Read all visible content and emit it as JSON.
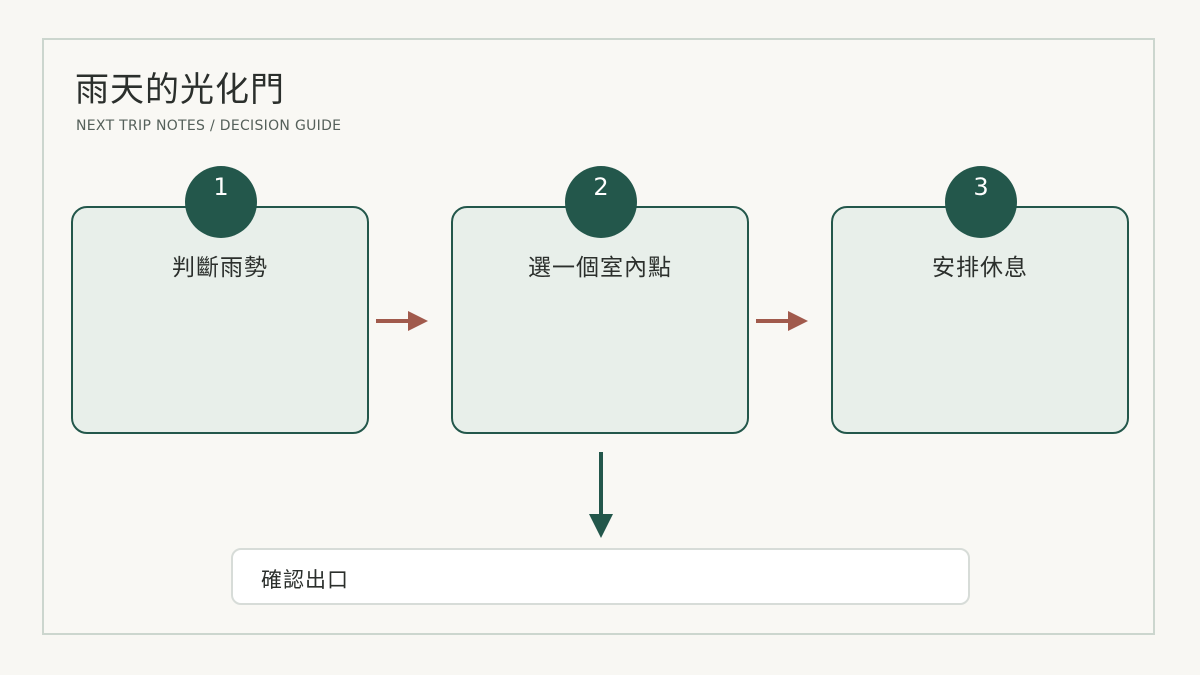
{
  "page": {
    "title": "雨天的光化門",
    "subtitle": "NEXT TRIP NOTES  /  DECISION GUIDE"
  },
  "steps": [
    {
      "number": "1",
      "label": "判斷雨勢"
    },
    {
      "number": "2",
      "label": "選一個室內點"
    },
    {
      "number": "3",
      "label": "安排休息"
    }
  ],
  "exit": {
    "label": "確認出口"
  },
  "colors": {
    "accent_dark": "#23574b",
    "arrow_horizontal": "#a15a4c",
    "box_fill": "#e8efea",
    "frame_border": "#ccd6ce"
  }
}
